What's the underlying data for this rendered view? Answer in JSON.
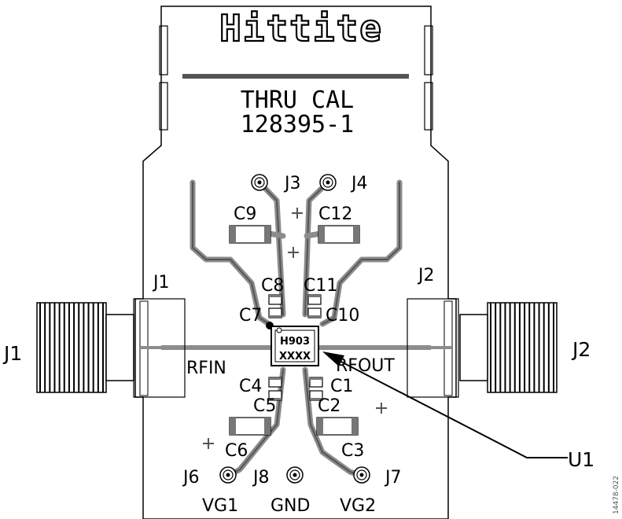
{
  "logo": {
    "text": "Hittite"
  },
  "board": {
    "title_line1": "THRU CAL",
    "title_line2": "128395-1"
  },
  "connectors": {
    "j1_outer": "J1",
    "j1_inner": "J1",
    "j2_outer": "J2",
    "j2_inner": "J2"
  },
  "pads": {
    "j3": "J3",
    "j4": "J4",
    "j6": "J6",
    "j7": "J7",
    "j8": "J8"
  },
  "capacitors": {
    "c1": "C1",
    "c2": "C2",
    "c3": "C3",
    "c4": "C4",
    "c5": "C5",
    "c6": "C6",
    "c7": "C7",
    "c8": "C8",
    "c9": "C9",
    "c10": "C10",
    "c11": "C11",
    "c12": "C12"
  },
  "ports": {
    "rfin": "RFIN",
    "rfout": "RFOUT",
    "vg1": "VG1",
    "gnd": "GND",
    "vg2": "VG2"
  },
  "chip": {
    "line1": "H903",
    "line2": "XXXX"
  },
  "callout": {
    "u1": "U1"
  },
  "figure_id": "14478-022"
}
